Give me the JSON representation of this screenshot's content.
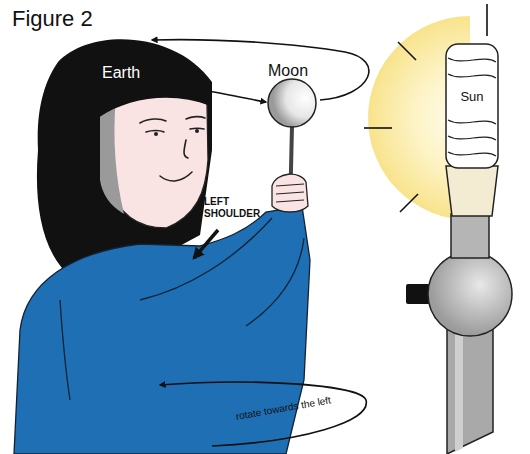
{
  "diagram": {
    "title": "Figure 2",
    "labels": [
      "Earth",
      "Moon",
      "LEFT SHOULDER",
      "Sun",
      "rotate towards the left"
    ]
  }
}
